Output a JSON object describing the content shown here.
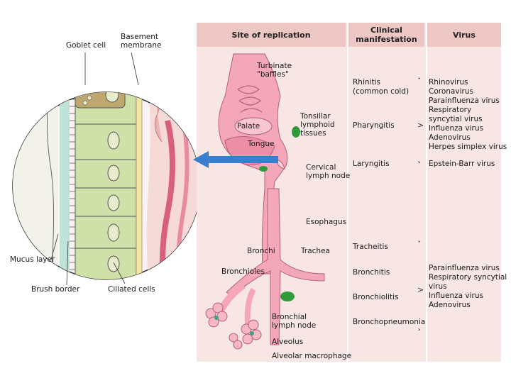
{
  "table": {
    "headers": {
      "site": "Site of replication",
      "clinical": "Clinical\nmanifestation",
      "virus": "Virus"
    },
    "upper": {
      "clinical": [
        "Rhinitis\n(common cold)",
        "Pharyngitis",
        "Laryngitis"
      ],
      "viruses": "Rhinovirus\nCoronavirus\nParainfluenza virus\nRespiratory\nsyncytial virus\nInfluenza virus\nAdenovirus\nHerpes simplex virus",
      "ebv": "Epstein-Barr virus"
    },
    "lower": {
      "clinical": [
        "Tracheitis",
        "Bronchitis",
        "Bronchiolitis",
        "Bronchopneumonia"
      ],
      "viruses": "Parainfluenza virus\nRespiratory syncytial\nvirus\nInfluenza virus\nAdenovirus"
    }
  },
  "anatomy": {
    "turbinate": "Turbinate\n\"baffles\"",
    "tonsillar": "Tonsillar\nlymphoid\ntissues",
    "palate": "Palate",
    "tongue": "Tongue",
    "cervical": "Cervical\nlymph node",
    "esophagus": "Esophagus",
    "bronchi": "Bronchi",
    "trachea": "Trachea",
    "bronchioles": "Bronchioles",
    "bronchial_node": "Bronchial\nlymph node",
    "alveolus": "Alveolus",
    "alveolar_macrophage": "Alveolar macrophage"
  },
  "cells": {
    "goblet": "Goblet cell",
    "basement": "Basement\nmembrane",
    "mucus": "Mucus layer",
    "brush": "Brush border",
    "ciliated": "Ciliated cells"
  },
  "colors": {
    "header_bg": "#ecc7c4",
    "panel_bg": "#f7e6e4",
    "tissue": "#f0a0b4",
    "cell_green": "#cfe0a8",
    "node_green": "#2e9a3a",
    "arrow": "#3a7fcf"
  }
}
